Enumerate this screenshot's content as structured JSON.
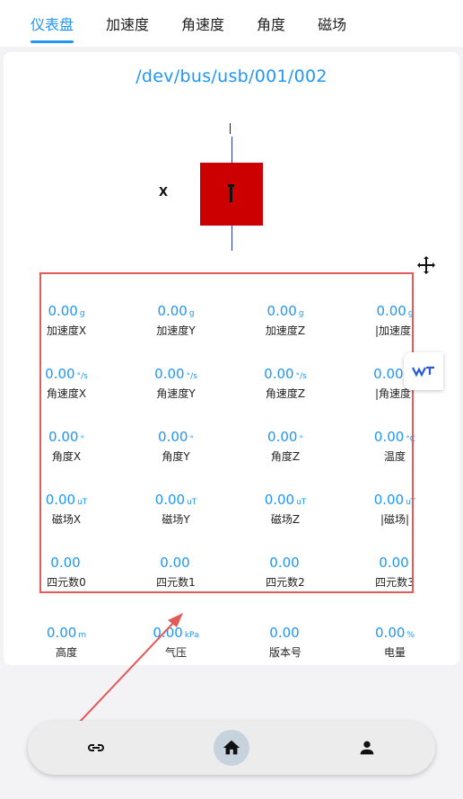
{
  "tabs": [
    "仪表盘",
    "加速度",
    "角速度",
    "角度",
    "磁场"
  ],
  "device_path": "/dev/bus/usb/001/002",
  "orientation": {
    "x_label": "X"
  },
  "rows": [
    [
      {
        "value": "0.00",
        "unit": "g",
        "label": "加速度X"
      },
      {
        "value": "0.00",
        "unit": "g",
        "label": "加速度Y"
      },
      {
        "value": "0.00",
        "unit": "g",
        "label": "加速度Z"
      },
      {
        "value": "0.00",
        "unit": "g",
        "label": "|加速度|"
      }
    ],
    [
      {
        "value": "0.00",
        "unit": "°/s",
        "label": "角速度X"
      },
      {
        "value": "0.00",
        "unit": "°/s",
        "label": "角速度Y"
      },
      {
        "value": "0.00",
        "unit": "°/s",
        "label": "角速度Z"
      },
      {
        "value": "0.00",
        "unit": "°/s",
        "label": "|角速度|"
      }
    ],
    [
      {
        "value": "0.00",
        "unit": "°",
        "label": "角度X"
      },
      {
        "value": "0.00",
        "unit": "°",
        "label": "角度Y"
      },
      {
        "value": "0.00",
        "unit": "°",
        "label": "角度Z"
      },
      {
        "value": "0.00",
        "unit": "°C",
        "label": "温度"
      }
    ],
    [
      {
        "value": "0.00",
        "unit": "uT",
        "label": "磁场X"
      },
      {
        "value": "0.00",
        "unit": "uT",
        "label": "磁场Y"
      },
      {
        "value": "0.00",
        "unit": "uT",
        "label": "磁场Z"
      },
      {
        "value": "0.00",
        "unit": "uT",
        "label": "|磁场|"
      }
    ],
    [
      {
        "value": "0.00",
        "unit": "",
        "label": "四元数0"
      },
      {
        "value": "0.00",
        "unit": "",
        "label": "四元数1"
      },
      {
        "value": "0.00",
        "unit": "",
        "label": "四元数2"
      },
      {
        "value": "0.00",
        "unit": "",
        "label": "四元数3"
      }
    ],
    [
      {
        "value": "0.00",
        "unit": "m",
        "label": "高度"
      },
      {
        "value": "0.00",
        "unit": "kPa",
        "label": "气压"
      },
      {
        "value": "0.00",
        "unit": "",
        "label": "版本号"
      },
      {
        "value": "0.00",
        "unit": "%",
        "label": "电量"
      }
    ]
  ],
  "colors": {
    "accent": "#2196f3",
    "highlight": "#e25a5a",
    "box": "#cc0000"
  },
  "nav": {
    "items": [
      "link-icon",
      "home-icon",
      "person-icon"
    ]
  }
}
